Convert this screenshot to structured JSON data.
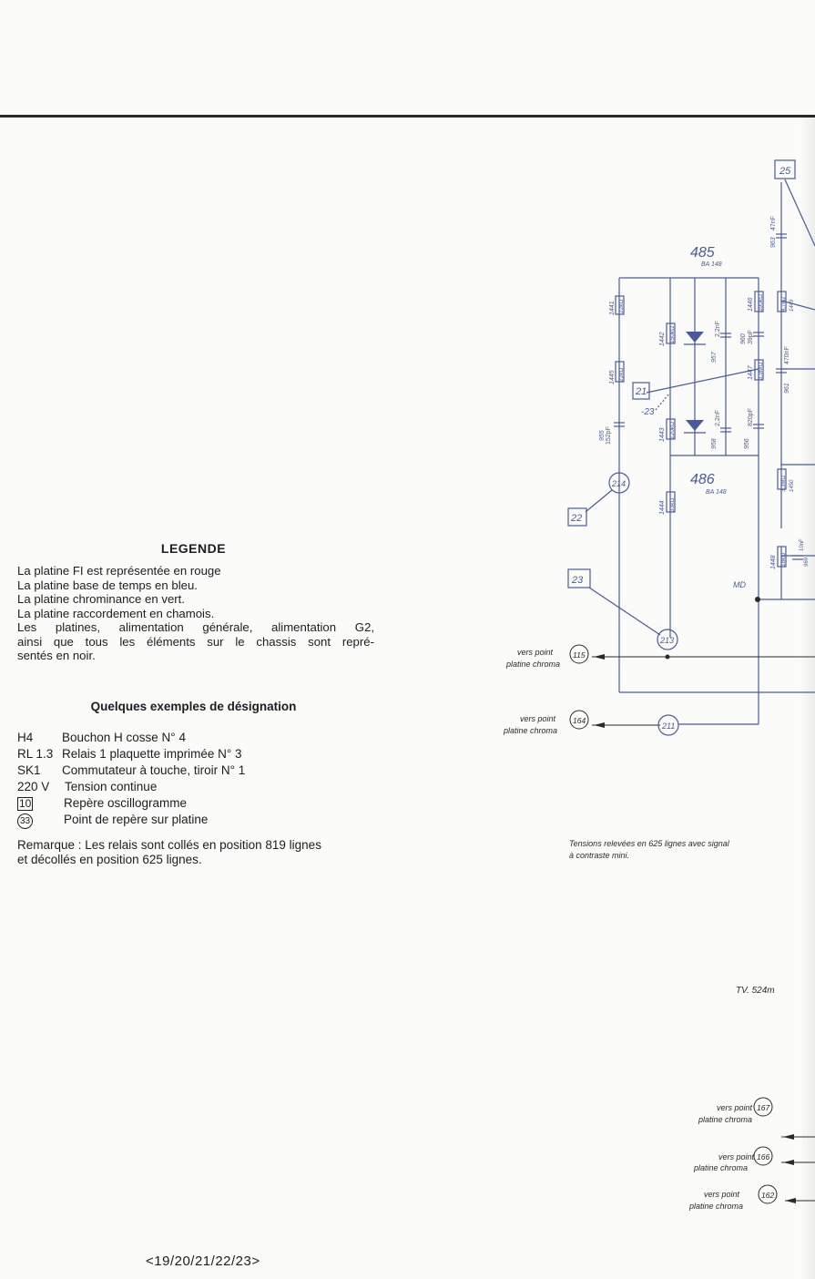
{
  "legend": {
    "title": "LEGENDE",
    "lines": [
      "La platine FI est représentée en rouge",
      "La platine base de temps en bleu.",
      "La platine chrominance en vert.",
      "La platine raccordement en chamois.",
      "Les platines, alimentation générale, alimentation G2,",
      "ainsi que tous les éléments sur le chassis sont repré-",
      "sentés en noir."
    ]
  },
  "examples": {
    "title": "Quelques exemples de désignation",
    "items": [
      {
        "code": "H4",
        "desc": "Bouchon H cosse N° 4"
      },
      {
        "code": "RL 1.3",
        "desc": "Relais 1 plaquette imprimée N° 3"
      },
      {
        "code": "SK1",
        "desc": "Commutateur à touche, tiroir N° 1"
      },
      {
        "code": "220 V",
        "desc": "Tension continue"
      },
      {
        "code": "10",
        "desc": "Repère oscillogramme"
      },
      {
        "code": "33",
        "desc": "Point de repère sur platine"
      }
    ]
  },
  "remark": {
    "line1": "Remarque : Les relais sont collés en position 819 lignes",
    "line2": "et décollés en position 625 lignes."
  },
  "footer": "<19/20/21/22/23>",
  "schematic": {
    "diodes": [
      {
        "ref": "485",
        "type": "BA 148"
      },
      {
        "ref": "486",
        "type": "BA 148"
      }
    ],
    "resistors": [
      {
        "ref": "1441",
        "value": "22kΩ"
      },
      {
        "ref": "1442",
        "value": "150kΩ"
      },
      {
        "ref": "1443",
        "value": "120kΩ"
      },
      {
        "ref": "1444",
        "value": "33kΩ"
      },
      {
        "ref": "1445",
        "value": "22kΩ"
      },
      {
        "ref": "1446",
        "value": "390kΩ"
      },
      {
        "ref": "1447",
        "value": "3,9MΩ"
      },
      {
        "ref": "1448",
        "value": "18kΩ"
      },
      {
        "ref": "1449",
        "value": "4,7kΩ"
      },
      {
        "ref": "1450",
        "value": "3,3MΩ"
      }
    ],
    "capacitors": [
      {
        "ref": "955",
        "value": "152pF"
      },
      {
        "ref": "956",
        "value": "820pF"
      },
      {
        "ref": "957",
        "value": "2,2nF"
      },
      {
        "ref": "958",
        "value": "2,2nF"
      },
      {
        "ref": "960",
        "value": "39pF"
      },
      {
        "ref": "961",
        "value": "470nF"
      },
      {
        "ref": "963",
        "value": "47nF"
      },
      {
        "ref": "969",
        "value": "10nF"
      }
    ],
    "osc_markers": [
      "25",
      "21",
      "22",
      "23"
    ],
    "voltage_tag": "-23",
    "points": [
      "214",
      "213",
      "211",
      "115",
      "164",
      "167",
      "166",
      "162"
    ],
    "md_label": "MD",
    "ref_lines": [
      {
        "text1": "vers point",
        "point": "115",
        "text2": "platine chroma"
      },
      {
        "text1": "vers point",
        "point": "164",
        "text2": "platine chroma"
      },
      {
        "text1": "vers point",
        "point": "167",
        "text2": "platine chroma"
      },
      {
        "text1": "vers point",
        "point": "166",
        "text2": "platine chroma"
      },
      {
        "text1": "vers point",
        "point": "162",
        "text2": "platine chroma"
      }
    ],
    "note_line1": "Tensions relevées en 625 lignes avec signal",
    "note_line2": "à contraste mini.",
    "model": "TV. 524m"
  },
  "colors": {
    "schematic_blue": "#4a5a9c",
    "ink": "#1d1d1f",
    "paper": "#fbfbfa"
  }
}
